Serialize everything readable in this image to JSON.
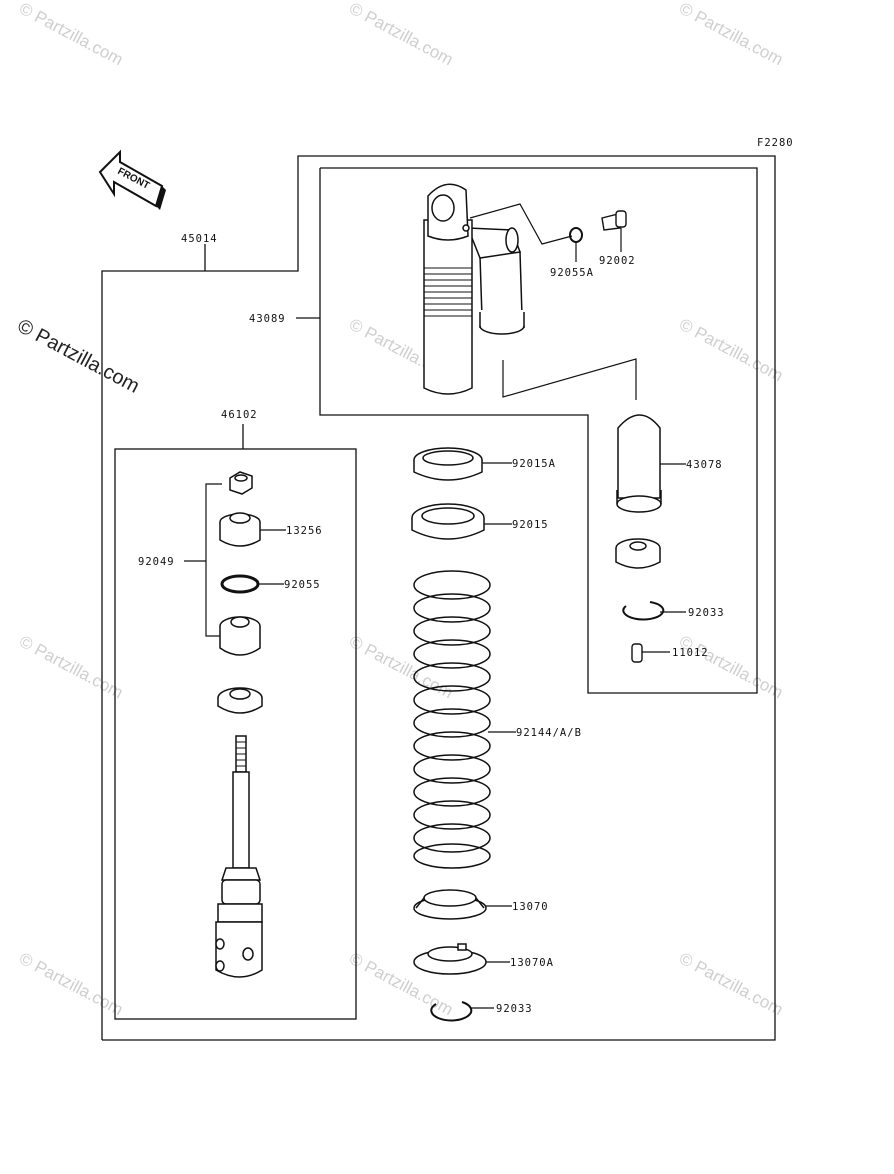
{
  "diagram": {
    "figure_code": "F2280",
    "front_label": "FRONT",
    "parts": {
      "p45014": "45014",
      "p43089": "43089",
      "p92055A": "92055A",
      "p92002": "92002",
      "p46102": "46102",
      "p92015A": "92015A",
      "p92015": "92015",
      "p43078": "43078",
      "p13256": "13256",
      "p92049": "92049",
      "p92055": "92055",
      "p92033_upper": "92033",
      "p11012": "11012",
      "p92144": "92144/A/B",
      "p13070": "13070",
      "p13070A": "13070A",
      "p92033_lower": "92033"
    }
  },
  "watermark": {
    "text": "© Partzilla.com"
  },
  "colors": {
    "line": "#111111",
    "watermark": "#cfcfcf"
  }
}
